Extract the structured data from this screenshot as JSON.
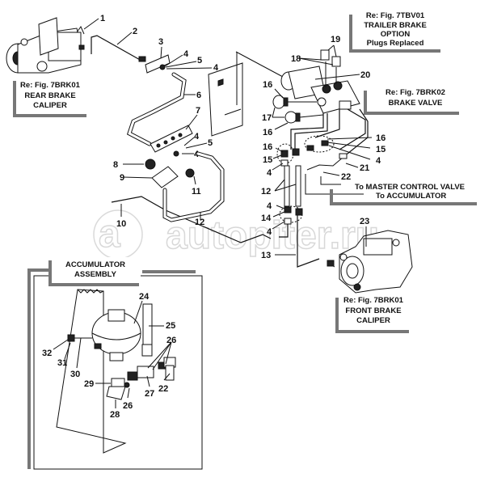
{
  "diagram": {
    "title": "Brake system parts diagram",
    "watermark": "autopiter.ru",
    "reference_boxes": {
      "rear_caliper": {
        "line1": "Re: Fig. 7BRK01",
        "line2": "REAR BRAKE",
        "line3": "CALIPER"
      },
      "trailer_brake": {
        "line1": "Re: Fig. 7TBV01",
        "line2": "TRAILER  BRAKE",
        "line3": "OPTION",
        "line4": "Plugs Replaced"
      },
      "brake_valve": {
        "line1": "Re: Fig. 7BRK02",
        "line2": "BRAKE VALVE"
      },
      "front_caliper": {
        "line1": "Re: Fig. 7BRK01",
        "line2": "FRONT BRAKE",
        "line3": "CALIPER"
      },
      "accumulator": {
        "line1": "ACCUMULATOR",
        "line2": "ASSEMBLY"
      }
    },
    "routing_notes": {
      "master_control": "To MASTER  CONTROL  VALVE",
      "accumulator": "To ACCUMULATOR"
    },
    "callouts": {
      "c1": "1",
      "c2": "2",
      "c3": "3",
      "c4a": "4",
      "c5a": "5",
      "c4b": "4",
      "c6": "6",
      "c7": "7",
      "c4c": "4",
      "c5b": "5",
      "c4d": "4",
      "c8": "8",
      "c9": "9",
      "c11": "11",
      "c10": "10",
      "c12a": "12",
      "c19": "19",
      "c18": "18",
      "c20": "20",
      "c16a": "16",
      "c17": "17",
      "c16b": "16",
      "c16c": "16",
      "c15a": "15",
      "c4e": "4",
      "c12b": "12",
      "c4f": "4",
      "c14": "14",
      "c4g": "4",
      "c13": "13",
      "c16d": "16",
      "c15b": "15",
      "c4h": "4",
      "c21": "21",
      "c22a": "22",
      "c23": "23",
      "c24": "24",
      "c25": "25",
      "c26a": "26",
      "c32": "32",
      "c31": "31",
      "c30": "30",
      "c29": "29",
      "c27": "27",
      "c22b": "22",
      "c26b": "26",
      "c28": "28"
    }
  }
}
